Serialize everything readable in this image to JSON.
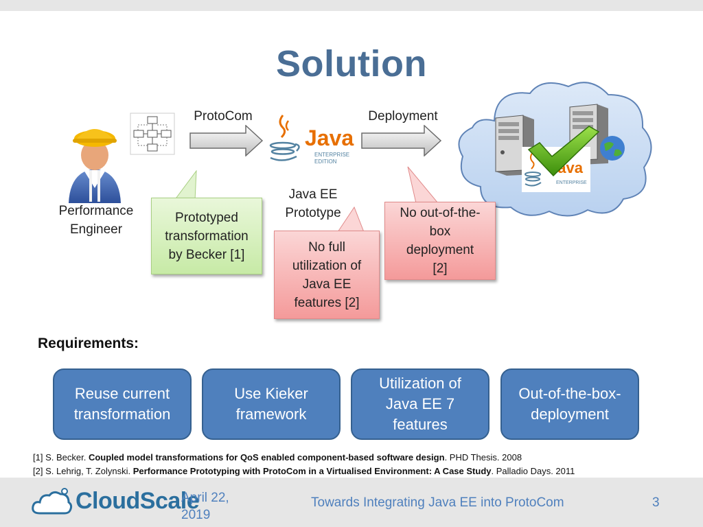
{
  "slide": {
    "title": "Solution"
  },
  "diagram": {
    "engineer_label_line1": "Performance",
    "engineer_label_line2": "Engineer",
    "protocom_label": "ProtoCom",
    "deployment_label": "Deployment",
    "java_logo_text": "Java",
    "java_logo_sub1": "ENTERPRISE",
    "java_logo_sub2": "EDITION",
    "prototype_label_line1": "Java EE",
    "prototype_label_line2": "Prototype",
    "callout_green": {
      "line1": "Prototyped",
      "line2": "transformation",
      "line3": "by Becker [1]"
    },
    "callout_red_mid": {
      "line1": "No full",
      "line2": "utilization of",
      "line3": "Java EE",
      "line4": "features [2]"
    },
    "callout_red_right": {
      "line1": "No out-of-the-",
      "line2": "box",
      "line3": "deployment",
      "line4": "[2]"
    },
    "cloud_java_text": "Java",
    "cloud_java_sub": "ENTERPRISE",
    "colors": {
      "arrow": "#d8d8d8",
      "cloud": "#c9dcf4",
      "java_blue": "#5382a1",
      "java_orange": "#e76f00",
      "check_green": "#5aa812"
    }
  },
  "requirements": {
    "heading": "Requirements:",
    "items": [
      {
        "line1": "Reuse current",
        "line2": "transformation",
        "line3": ""
      },
      {
        "line1": "Use Kieker",
        "line2": "framework",
        "line3": ""
      },
      {
        "line1": "Utilization of",
        "line2": "Java EE 7",
        "line3": "features"
      },
      {
        "line1": "Out-of-the-box-",
        "line2": "deployment",
        "line3": ""
      }
    ],
    "color": "#4f80bd"
  },
  "references": [
    {
      "prefix": "[1]  S. Becker. ",
      "bold": "Coupled model transformations for QoS enabled component-based software design",
      "suffix": ". PHD Thesis. 2008"
    },
    {
      "prefix": "[2]  S. Lehrig, T. Zolynski. ",
      "bold": "Performance Prototyping with ProtoCom in a Virtualised Environment: A Case Study",
      "suffix": ". Palladio Days. 2011"
    }
  ],
  "footer": {
    "logo": "CloudScale",
    "date_line1": "April 22,",
    "date_line2": "2019",
    "title": "Towards Integrating Java EE into ProtoCom",
    "page": "3"
  }
}
